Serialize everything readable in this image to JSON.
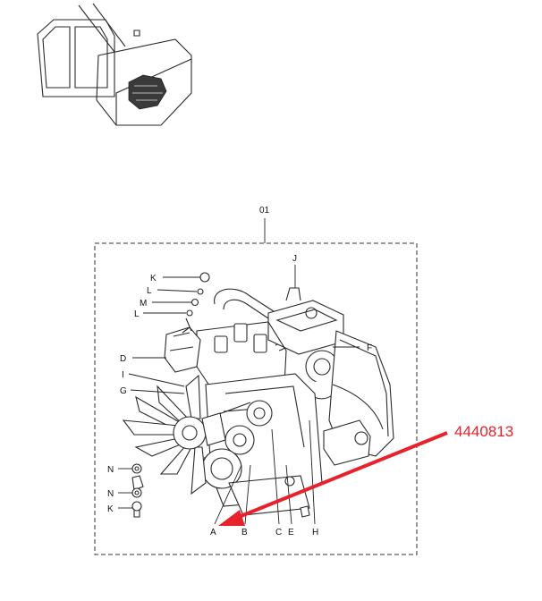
{
  "assembly_number": "01",
  "part_number": "4440813",
  "colors": {
    "line": "#222222",
    "highlight": "#e8212b",
    "background": "#ffffff"
  },
  "labels": {
    "K_top": "K",
    "L_1": "L",
    "M": "M",
    "L_2": "L",
    "D": "D",
    "I": "I",
    "G": "G",
    "J": "J",
    "F": "F",
    "N_1": "N",
    "N_2": "N",
    "K_bottom": "K",
    "A": "A",
    "B": "B",
    "C": "C",
    "E": "E",
    "H": "H"
  }
}
